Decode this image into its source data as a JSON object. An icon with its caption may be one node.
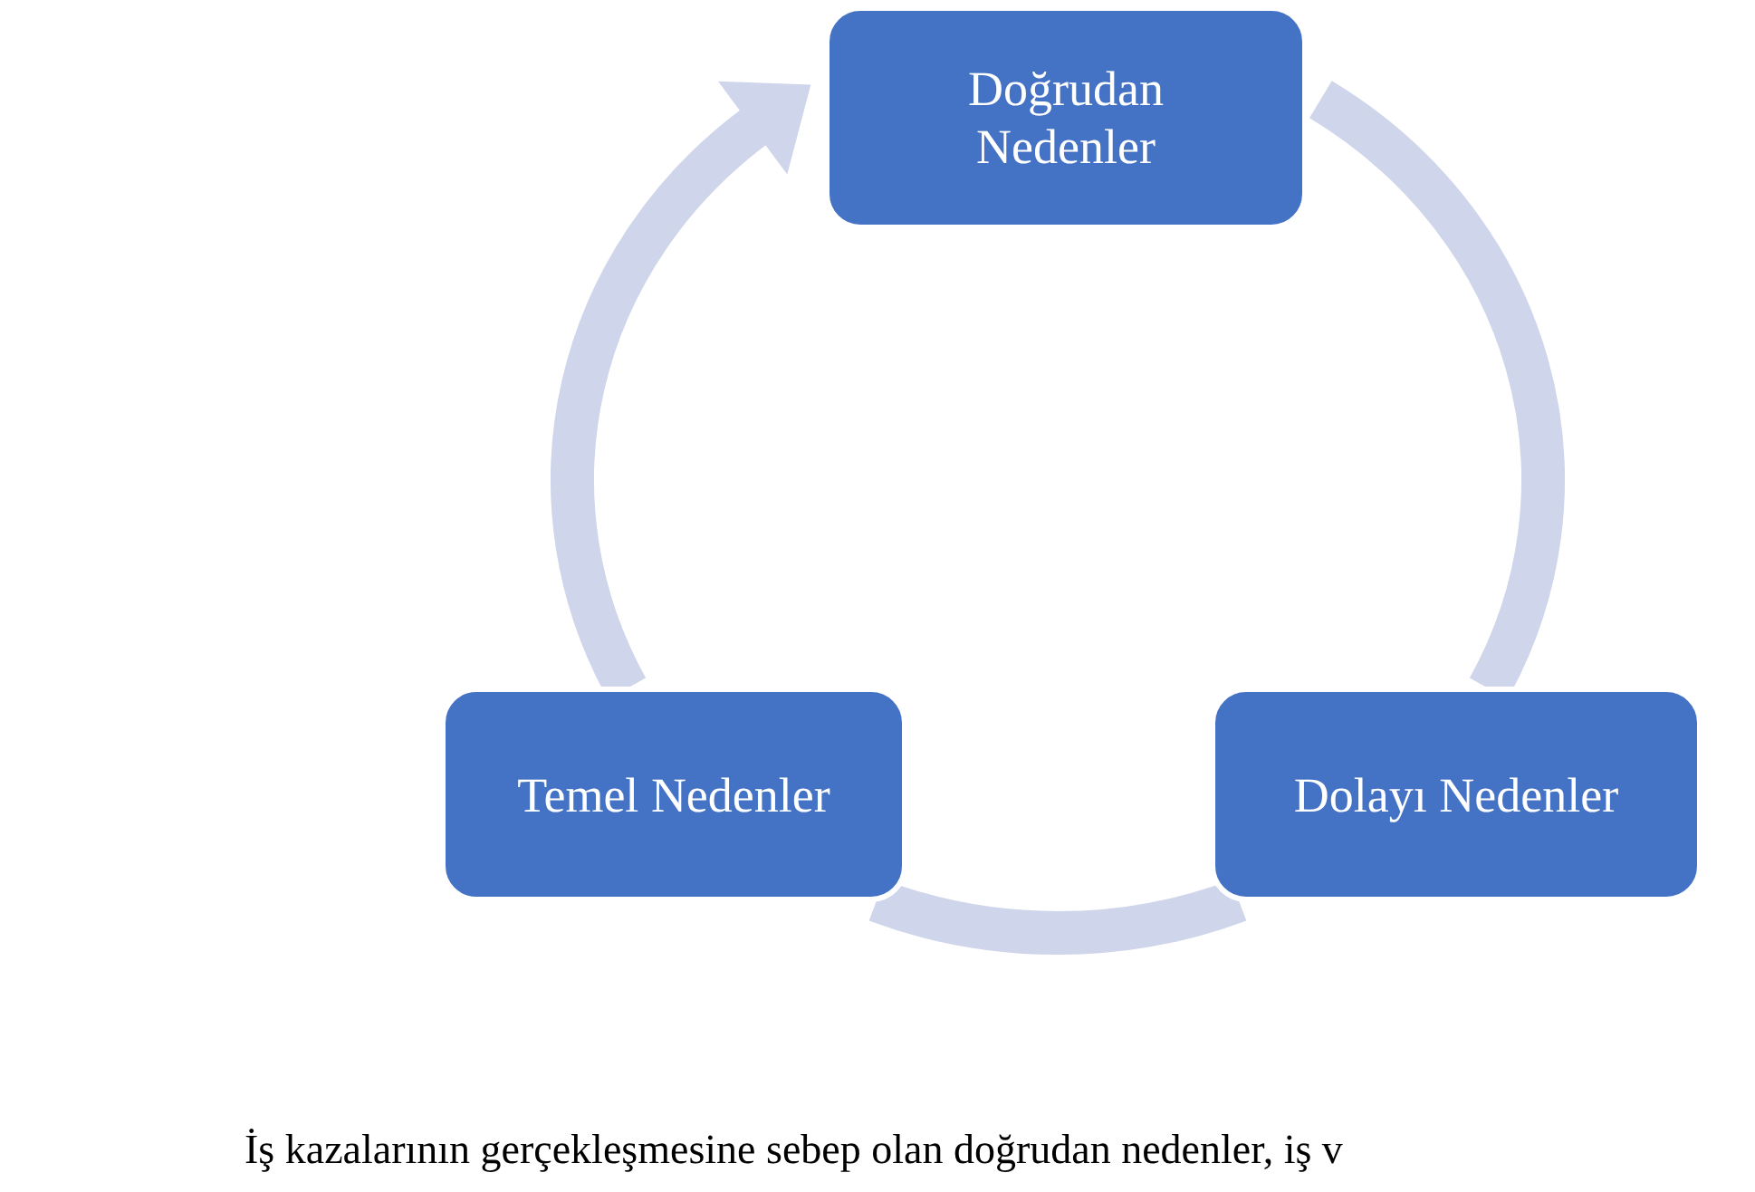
{
  "diagram": {
    "nodes": [
      {
        "text": [
          "Doğrudan Nedenler"
        ]
      },
      {
        "text": [
          "Dolayı Nedenler"
        ]
      },
      {
        "text": [
          "Temel Nedenler"
        ]
      }
    ],
    "edges": [
      {
        "from": 0,
        "to": 1,
        "arrow": "none"
      },
      {
        "from": 1,
        "to": 2,
        "arrow": "none"
      },
      {
        "from": 2,
        "to": 0,
        "arrow": "to"
      }
    ],
    "labels": [
      "İş kazalarının gerçekleşmesine sebep olan doğrudan nedenler, iş v"
    ]
  }
}
